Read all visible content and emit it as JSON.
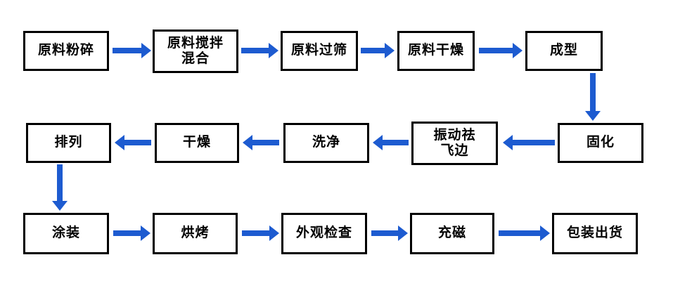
{
  "diagram": {
    "type": "flowchart",
    "colors": {
      "arrow": "#1d5bd0",
      "box_border": "#000000",
      "box_fill": "#ffffff",
      "text": "#000000"
    },
    "nodes": [
      {
        "id": "raw-crushing",
        "label": "原料粉碎"
      },
      {
        "id": "mixing",
        "label": "原料搅拌\n混合"
      },
      {
        "id": "sieving",
        "label": "原料过筛"
      },
      {
        "id": "raw-drying",
        "label": "原料干燥"
      },
      {
        "id": "forming",
        "label": "成型"
      },
      {
        "id": "curing",
        "label": "固化"
      },
      {
        "id": "deburring",
        "label": "振动祛\n飞边"
      },
      {
        "id": "washing",
        "label": "洗净"
      },
      {
        "id": "drying",
        "label": "干燥"
      },
      {
        "id": "arranging",
        "label": "排列"
      },
      {
        "id": "coating",
        "label": "涂装"
      },
      {
        "id": "baking",
        "label": "烘烤"
      },
      {
        "id": "inspection",
        "label": "外观检查"
      },
      {
        "id": "magnetizing",
        "label": "充磁"
      },
      {
        "id": "packing",
        "label": "包装出货"
      }
    ],
    "edges": [
      {
        "from": "raw-crushing",
        "to": "mixing"
      },
      {
        "from": "mixing",
        "to": "sieving"
      },
      {
        "from": "sieving",
        "to": "raw-drying"
      },
      {
        "from": "raw-drying",
        "to": "forming"
      },
      {
        "from": "forming",
        "to": "curing"
      },
      {
        "from": "curing",
        "to": "deburring"
      },
      {
        "from": "deburring",
        "to": "washing"
      },
      {
        "from": "washing",
        "to": "drying"
      },
      {
        "from": "drying",
        "to": "arranging"
      },
      {
        "from": "arranging",
        "to": "coating"
      },
      {
        "from": "coating",
        "to": "baking"
      },
      {
        "from": "baking",
        "to": "inspection"
      },
      {
        "from": "inspection",
        "to": "magnetizing"
      },
      {
        "from": "magnetizing",
        "to": "packing"
      }
    ]
  }
}
